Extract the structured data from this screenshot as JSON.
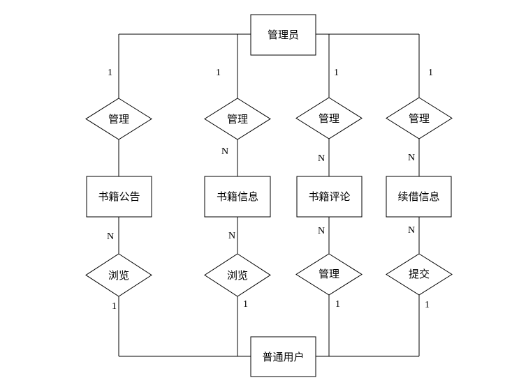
{
  "entities": {
    "admin": "管理员",
    "user": "普通用户",
    "announcement": "书籍公告",
    "book_info": "书籍信息",
    "book_review": "书籍评论",
    "renewal_info": "续借信息"
  },
  "relationships": {
    "admin_announcement": "管理",
    "admin_book_info": "管理",
    "admin_book_review": "管理",
    "admin_renewal": "管理",
    "user_announcement": "浏览",
    "user_book_info": "浏览",
    "user_book_review": "管理",
    "user_renewal": "提交"
  },
  "cardinalities": {
    "admin_announcement_top": "1",
    "admin_book_info_top": "1",
    "admin_book_review_top": "1",
    "admin_renewal_top": "1",
    "book_info_upper": "N",
    "book_review_upper": "N",
    "renewal_upper": "N",
    "announcement_lower": "N",
    "book_info_lower": "N",
    "book_review_lower": "N",
    "renewal_lower": "N",
    "user_announcement_bottom": "1",
    "user_book_info_bottom": "1",
    "user_book_review_bottom": "1",
    "user_renewal_bottom": "1"
  }
}
